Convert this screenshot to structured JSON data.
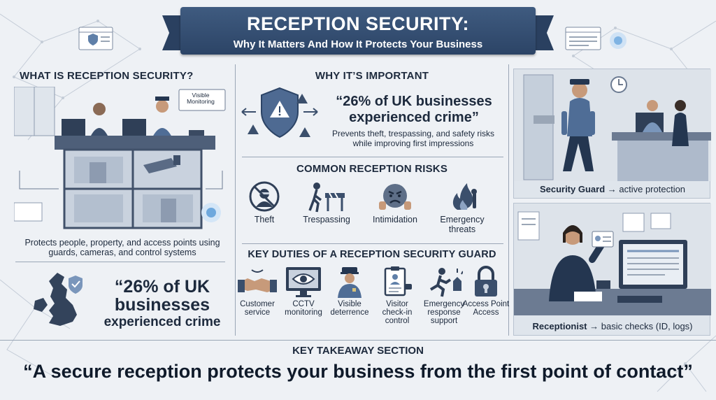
{
  "header": {
    "title": "RECEPTION SECURITY:",
    "subtitle": "Why It Matters And How It Protects Your Business"
  },
  "what_is": {
    "title": "WHAT IS RECEPTION SECURITY?",
    "sign": "Visible Monitoring",
    "description": "Protects people, property, and access points using guards, cameras, and control systems"
  },
  "uk_stat": {
    "line1": "“26% of UK",
    "line2": "businesses",
    "line3": "experienced crime"
  },
  "why_important": {
    "title": "WHY IT’S IMPORTANT",
    "quote_line1": "“26% of UK businesses",
    "quote_line2": "experienced crime”",
    "description_line1": "Prevents theft, trespassing, and safety risks",
    "description_line2": "while improving first impressions"
  },
  "risks": {
    "title": "COMMON RECEPTION RISKS",
    "items": [
      {
        "label": "Theft",
        "icon": "theft-icon"
      },
      {
        "label": "Trespassing",
        "icon": "trespassing-icon"
      },
      {
        "label": "Intimidation",
        "icon": "intimidation-icon"
      },
      {
        "label": "Emergency threats",
        "icon": "emergency-icon"
      }
    ]
  },
  "duties": {
    "title": "KEY DUTIES OF A RECEPTION SECURITY GUARD",
    "items": [
      {
        "label": "Customer service",
        "icon": "handshake-icon"
      },
      {
        "label": "CCTV monitoring",
        "icon": "monitor-eye-icon"
      },
      {
        "label": "Visible deterrence",
        "icon": "guard-icon"
      },
      {
        "label": "Visitor check-in control",
        "icon": "clipboard-icon"
      },
      {
        "label": "Emergency response support",
        "icon": "running-icon"
      },
      {
        "label": "Access Point Access",
        "icon": "lock-icon"
      }
    ]
  },
  "guard_photo": {
    "caption_bold": "Security Guard",
    "caption_rest": "→ active protection"
  },
  "receptionist_photo": {
    "caption_bold": "Receptionist",
    "caption_rest": "→ basic checks (ID, logs)"
  },
  "takeaway": {
    "title": "KEY TAKEAWAY SECTION",
    "quote": "“A secure reception protects your business from the first point of contact”"
  },
  "colors": {
    "navy": "#2c4466",
    "background": "#eef1f5",
    "accent": "#5f7fa8"
  }
}
